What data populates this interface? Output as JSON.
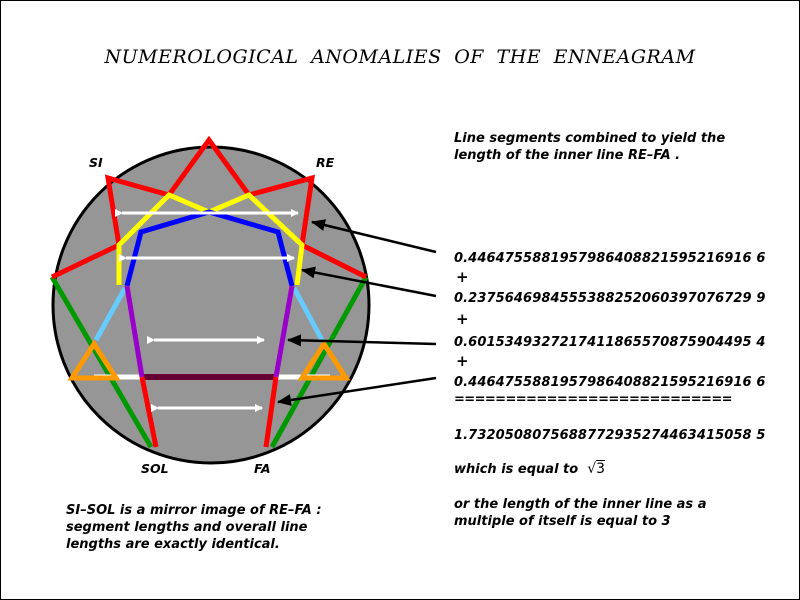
{
  "title": "NUMEROLOGICAL  ANOMALIES   OF  THE  ENNEAGRAM",
  "labels": {
    "si": "SI",
    "re": "RE",
    "sol": "SOL",
    "fa": "FA"
  },
  "intro": [
    "Line segments combined to yield the",
    "length of the inner line RE–FA ."
  ],
  "segments": [
    "0.4464755881957986408821595216916 6",
    "0.2375646984555388252060397076729 9",
    "0.6015349327217411865570875904495 4",
    "0.4464755881957986408821595216916 6"
  ],
  "plus": "+",
  "separator": "===========================",
  "total": "1.7320508075688772935274463415058 5",
  "equal_to": "which is equal to",
  "sqrt_radicand": "3",
  "multiple": [
    "or the length of the inner line as a",
    "multiple of itself is equal to 3"
  ],
  "mirror_note": [
    "SI–SOL is a mirror image of RE–FA :",
    "segment lengths and overall line",
    "lengths are exactly identical."
  ],
  "colors": {
    "circle_fill": "#969696",
    "red": "#ff0000",
    "yellow": "#ffff00",
    "blue": "#0000ff",
    "purple": "#9900cc",
    "cyan": "#66ccff",
    "orange": "#ff9900",
    "green": "#009900",
    "maroon": "#660033",
    "white": "#ffffff"
  }
}
